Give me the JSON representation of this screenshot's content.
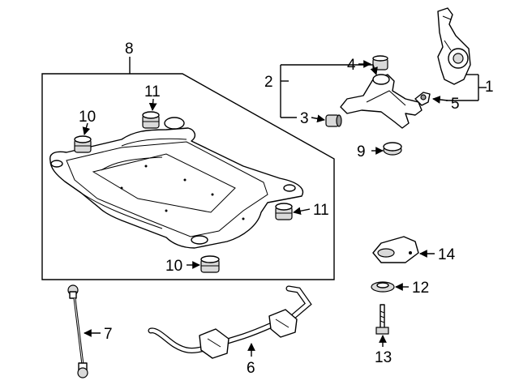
{
  "callouts": {
    "n1": "1",
    "n2": "2",
    "n3": "3",
    "n4": "4",
    "n5": "5",
    "n6": "6",
    "n7": "7",
    "n8": "8",
    "n9": "9",
    "n10a": "10",
    "n10b": "10",
    "n11a": "11",
    "n11b": "11",
    "n12": "12",
    "n13": "13",
    "n14": "14"
  }
}
